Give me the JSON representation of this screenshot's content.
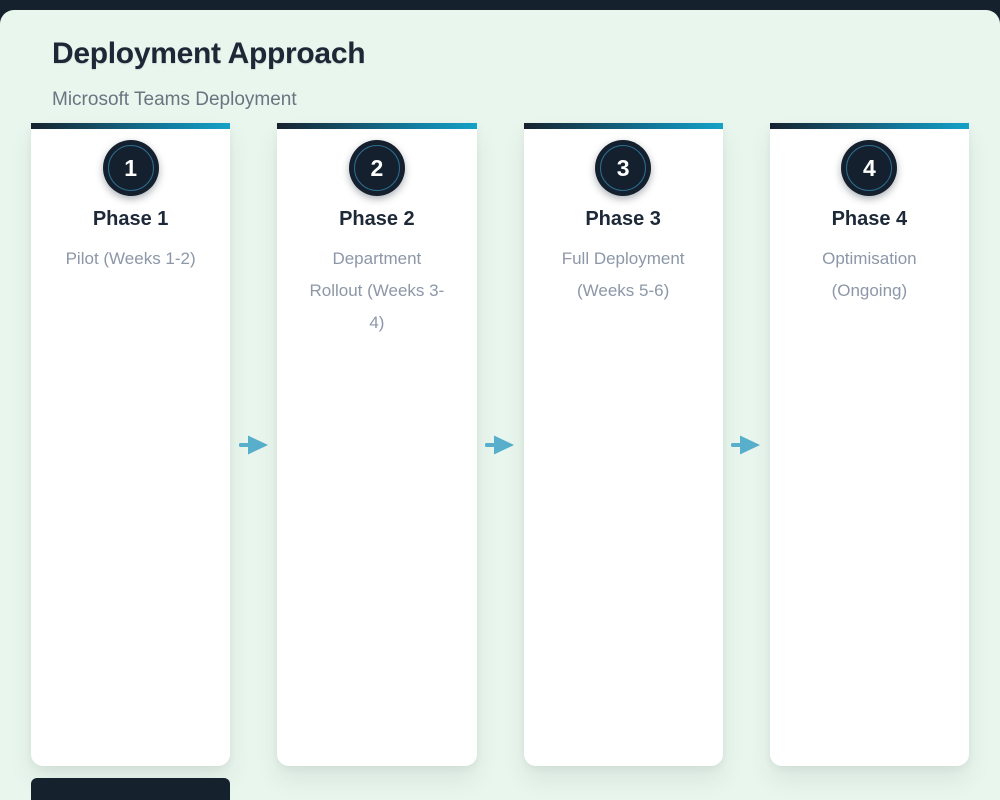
{
  "page": {
    "title": "Deployment Approach",
    "subtitle": "Microsoft Teams Deployment"
  },
  "phases": [
    {
      "number": "1",
      "name": "Phase 1",
      "description": "Pilot (Weeks 1-2)"
    },
    {
      "number": "2",
      "name": "Phase 2",
      "description": "Department Rollout (Weeks 3-4)"
    },
    {
      "number": "3",
      "name": "Phase 3",
      "description": "Full Deployment (Weeks 5-6)"
    },
    {
      "number": "4",
      "name": "Phase 4",
      "description": "Optimisation (Ongoing)"
    }
  ],
  "icons": {
    "arrow": "right-arrow-icon"
  },
  "colors": {
    "background": "#e9f6ee",
    "top_bar": "#16212e",
    "bottom_bar": "#16212e",
    "card_accent_left": "#16212e",
    "card_accent_right": "#14a2c6",
    "arrow": "#57afcc",
    "title_text": "#1d2736",
    "subtitle_text": "#6a7480",
    "phase_name_text": "#1e2938",
    "description_text": "#8c97a7",
    "badge_fill": "#14202e",
    "badge_ring": "#2c6e90",
    "badge_number": "#ffffff",
    "card_background": "#ffffff"
  }
}
